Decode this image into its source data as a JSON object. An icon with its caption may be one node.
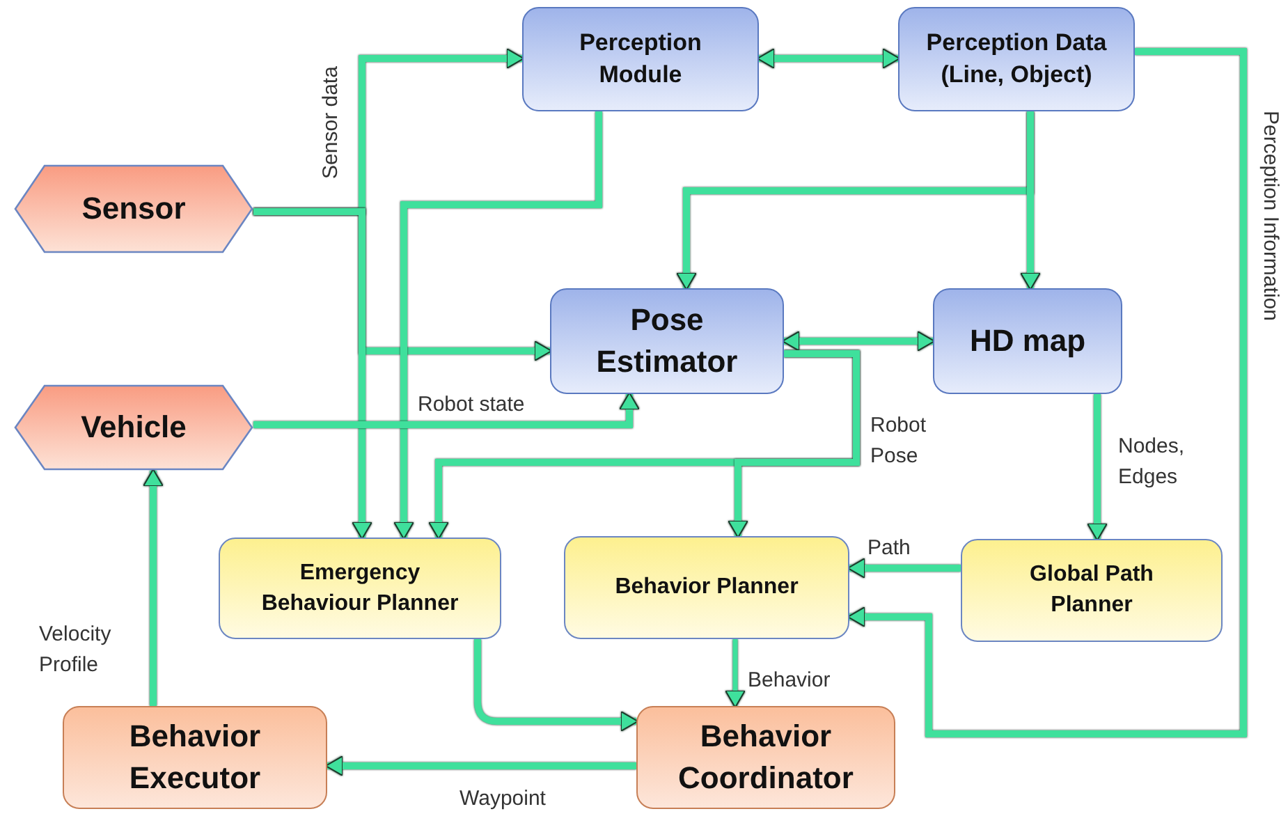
{
  "diagram": {
    "nodes": [
      {
        "text": [
          "Sensor"
        ]
      },
      {
        "text": [
          "Vehicle"
        ]
      },
      {
        "text": [
          "Perception Module"
        ]
      },
      {
        "text": [
          "Perception Data (Line, Object)"
        ]
      },
      {
        "text": [
          "Pose Estimator"
        ]
      },
      {
        "text": [
          "HD map"
        ]
      },
      {
        "text": [
          "Emergency Behaviour Planner"
        ]
      },
      {
        "text": [
          "Behavior Planner"
        ]
      },
      {
        "text": [
          "Global Path Planner"
        ]
      },
      {
        "text": [
          "Behavior Executor"
        ]
      },
      {
        "text": [
          "Behavior Coordinator"
        ]
      }
    ],
    "edges": [
      {
        "from": 0,
        "to": 2,
        "arrow": "to",
        "label": "Sensor data"
      },
      {
        "from": 0,
        "to": 4,
        "arrow": "to"
      },
      {
        "from": 0,
        "to": 6,
        "arrow": "to"
      },
      {
        "from": 2,
        "to": 3,
        "arrow": "both"
      },
      {
        "from": 2,
        "to": 6,
        "arrow": "to"
      },
      {
        "from": 3,
        "to": 4,
        "arrow": "to"
      },
      {
        "from": 3,
        "to": 5,
        "arrow": "to"
      },
      {
        "from": 4,
        "to": 5,
        "arrow": "both"
      },
      {
        "from": 1,
        "to": 4,
        "arrow": "to",
        "label": "Robot state"
      },
      {
        "from": 4,
        "to": 6,
        "arrow": "to"
      },
      {
        "from": 4,
        "to": 7,
        "arrow": "to",
        "label": "Robot Pose"
      },
      {
        "from": 5,
        "to": 8,
        "arrow": "to",
        "label": "Nodes, Edges"
      },
      {
        "from": 8,
        "to": 7,
        "arrow": "to",
        "label": "Path"
      },
      {
        "from": 3,
        "to": 7,
        "arrow": "to",
        "label": "Perception Information"
      },
      {
        "from": 6,
        "to": 10,
        "arrow": "to"
      },
      {
        "from": 7,
        "to": 10,
        "arrow": "to",
        "label": "Behavior"
      },
      {
        "from": 10,
        "to": 9,
        "arrow": "to",
        "label": "Waypoint"
      },
      {
        "from": 9,
        "to": 1,
        "arrow": "to",
        "label": "Velocity Profile"
      }
    ]
  }
}
